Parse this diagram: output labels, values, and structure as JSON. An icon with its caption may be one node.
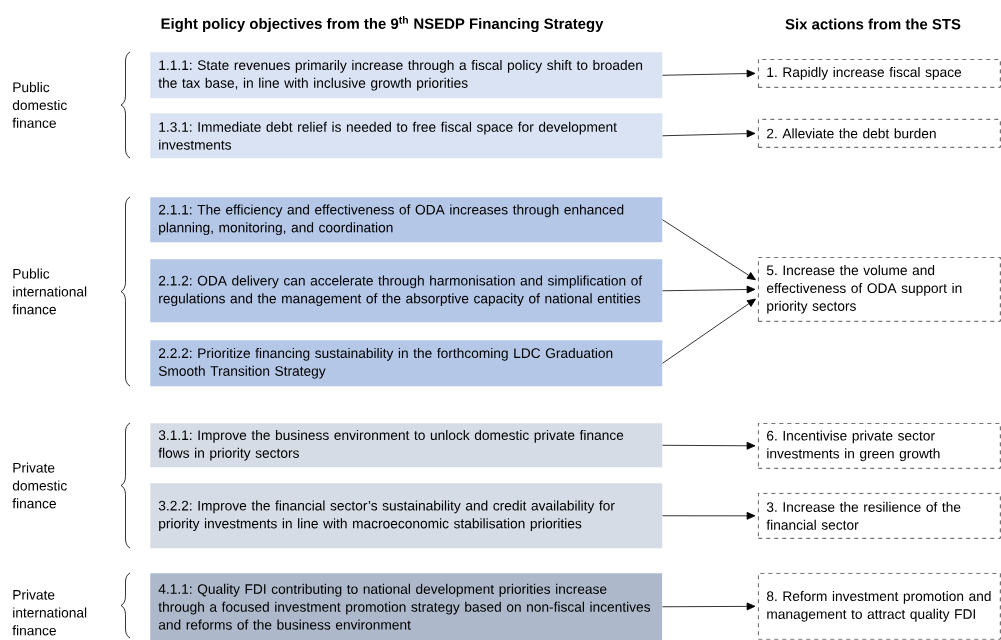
{
  "diagram": {
    "nodes": [
      {
        "text": [
          "1.1.1: State revenues primarily increase through a fiscal policy shift to broaden the tax base, in line with inclusive growth priorities"
        ]
      },
      {
        "text": [
          "1.3.1: Immediate debt relief is needed to free fiscal space for development investments"
        ]
      },
      {
        "text": [
          "2.1.1: The efficiency and effectiveness of ODA increases through enhanced planning, monitoring, and coordination"
        ]
      },
      {
        "text": [
          "2.1.2: ODA delivery can accelerate through harmonisation and simplification of regulations and the management of the absorptive capacity of national entities"
        ]
      },
      {
        "text": [
          "2.2.2: Prioritize financing sustainability in the forthcoming LDC Graduation Smooth Transition Strategy"
        ]
      },
      {
        "text": [
          "3.1.1: Improve the business environment to unlock domestic private finance flows in priority sectors"
        ]
      },
      {
        "text": [
          "3.2.2: Improve the financial sector’s sustainability and credit availability for priority investments in line with macroeconomic stabilisation priorities"
        ]
      },
      {
        "text": [
          "4.1.1: Quality FDI contributing to national development priorities increase through a focused investment promotion strategy based on non-fiscal incentives and reforms of the business environment"
        ]
      },
      {
        "text": [
          "1. Rapidly increase fiscal space"
        ]
      },
      {
        "text": [
          "2. Alleviate the debt burden"
        ]
      },
      {
        "text": [
          "5. Increase the volume and effectiveness of ODA support in priority sectors"
        ]
      },
      {
        "text": [
          "6. Incentivise private sector investments in green growth"
        ]
      },
      {
        "text": [
          "3. Increase the resilience of the financial sector"
        ]
      },
      {
        "text": [
          "8. Reform investment promotion and management to attract quality FDI"
        ]
      }
    ],
    "edges": [
      {
        "from": 0,
        "to": 8,
        "arrow": "to"
      },
      {
        "from": 1,
        "to": 9,
        "arrow": "to"
      },
      {
        "from": 2,
        "to": 10,
        "arrow": "to"
      },
      {
        "from": 3,
        "to": 10,
        "arrow": "to"
      },
      {
        "from": 4,
        "to": 10,
        "arrow": "to"
      },
      {
        "from": 5,
        "to": 11,
        "arrow": "to"
      },
      {
        "from": 6,
        "to": 12,
        "arrow": "to"
      },
      {
        "from": 7,
        "to": 13,
        "arrow": "to"
      }
    ],
    "labels": [
      "Eight policy objectives from the 9$^{th}$ NSEDP Financing Strategy",
      "Six actions from the STS",
      "Public domestic finance",
      "Public international finance",
      "Private domestic finance",
      "Private international finance"
    ]
  }
}
